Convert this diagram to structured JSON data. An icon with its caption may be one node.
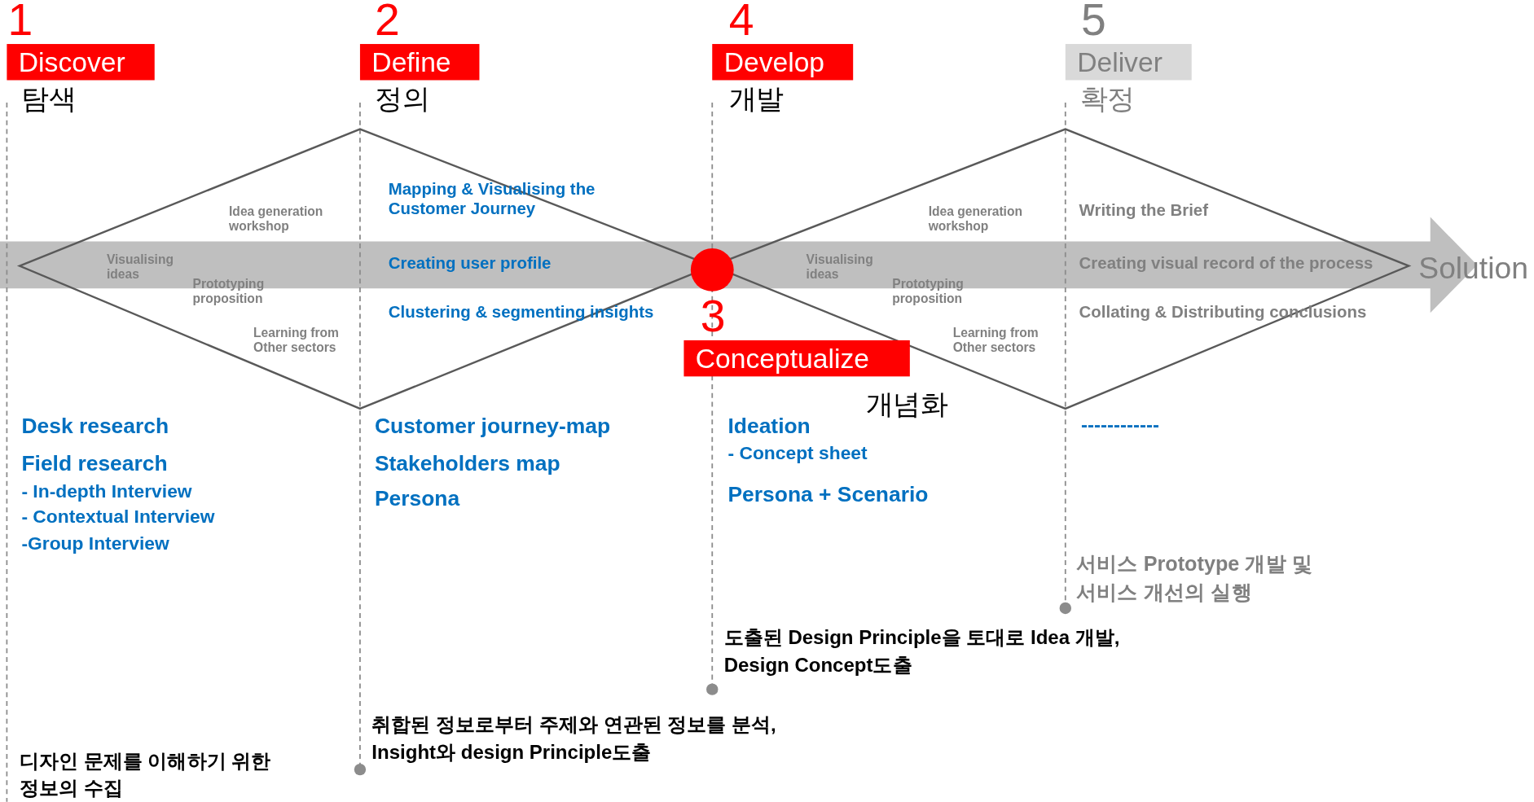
{
  "diagram": {
    "nodes": [
      {
        "text": [
          "Discover"
        ],
        "beside": [
          "1",
          "탐색"
        ]
      },
      {
        "text": [
          "Define"
        ],
        "beside": [
          "2",
          "정의"
        ]
      },
      {
        "text": [
          "Develop"
        ],
        "beside": [
          "4",
          "개발"
        ]
      },
      {
        "text": [
          "Deliver"
        ],
        "beside": [
          "5",
          "확정"
        ]
      },
      {
        "text": [
          "Idea generation workshop",
          "Visualising ideas",
          "Prototyping proposition",
          "Learning from Other sectors",
          "Mapping & Visualising the Customer Journey",
          "Creating user profile",
          "Clustering & segmenting insights"
        ]
      },
      {
        "text": [
          "Idea generation workshop",
          "Visualising ideas",
          "Prototyping proposition",
          "Learning from Other sectors",
          "Writing the Brief",
          "Creating visual record of the process",
          "Collating & Distributing conclusions"
        ]
      },
      {
        "text": [
          "Conceptualize"
        ],
        "beside": [
          "3",
          "개념화"
        ]
      }
    ],
    "labels": [
      "Solution",
      "Desk research",
      "Field research",
      "- In-depth Interview",
      "- Contextual Interview",
      "-Group Interview",
      "Customer journey-map",
      "Stakeholders map",
      "Persona",
      "Ideation",
      "- Concept sheet",
      "Persona + Scenario",
      "------------",
      "서비스 Prototype 개발 및 서비스 개선의 실행",
      "도출된 Design Principle을 토대로 Idea 개발, Design Concept도출",
      "취합된 정보로부터 주제와 연관된 정보를 분석, Insight와 design Principle도출",
      "디자인 문제를 이해하기 위한 정보의 수집"
    ]
  }
}
